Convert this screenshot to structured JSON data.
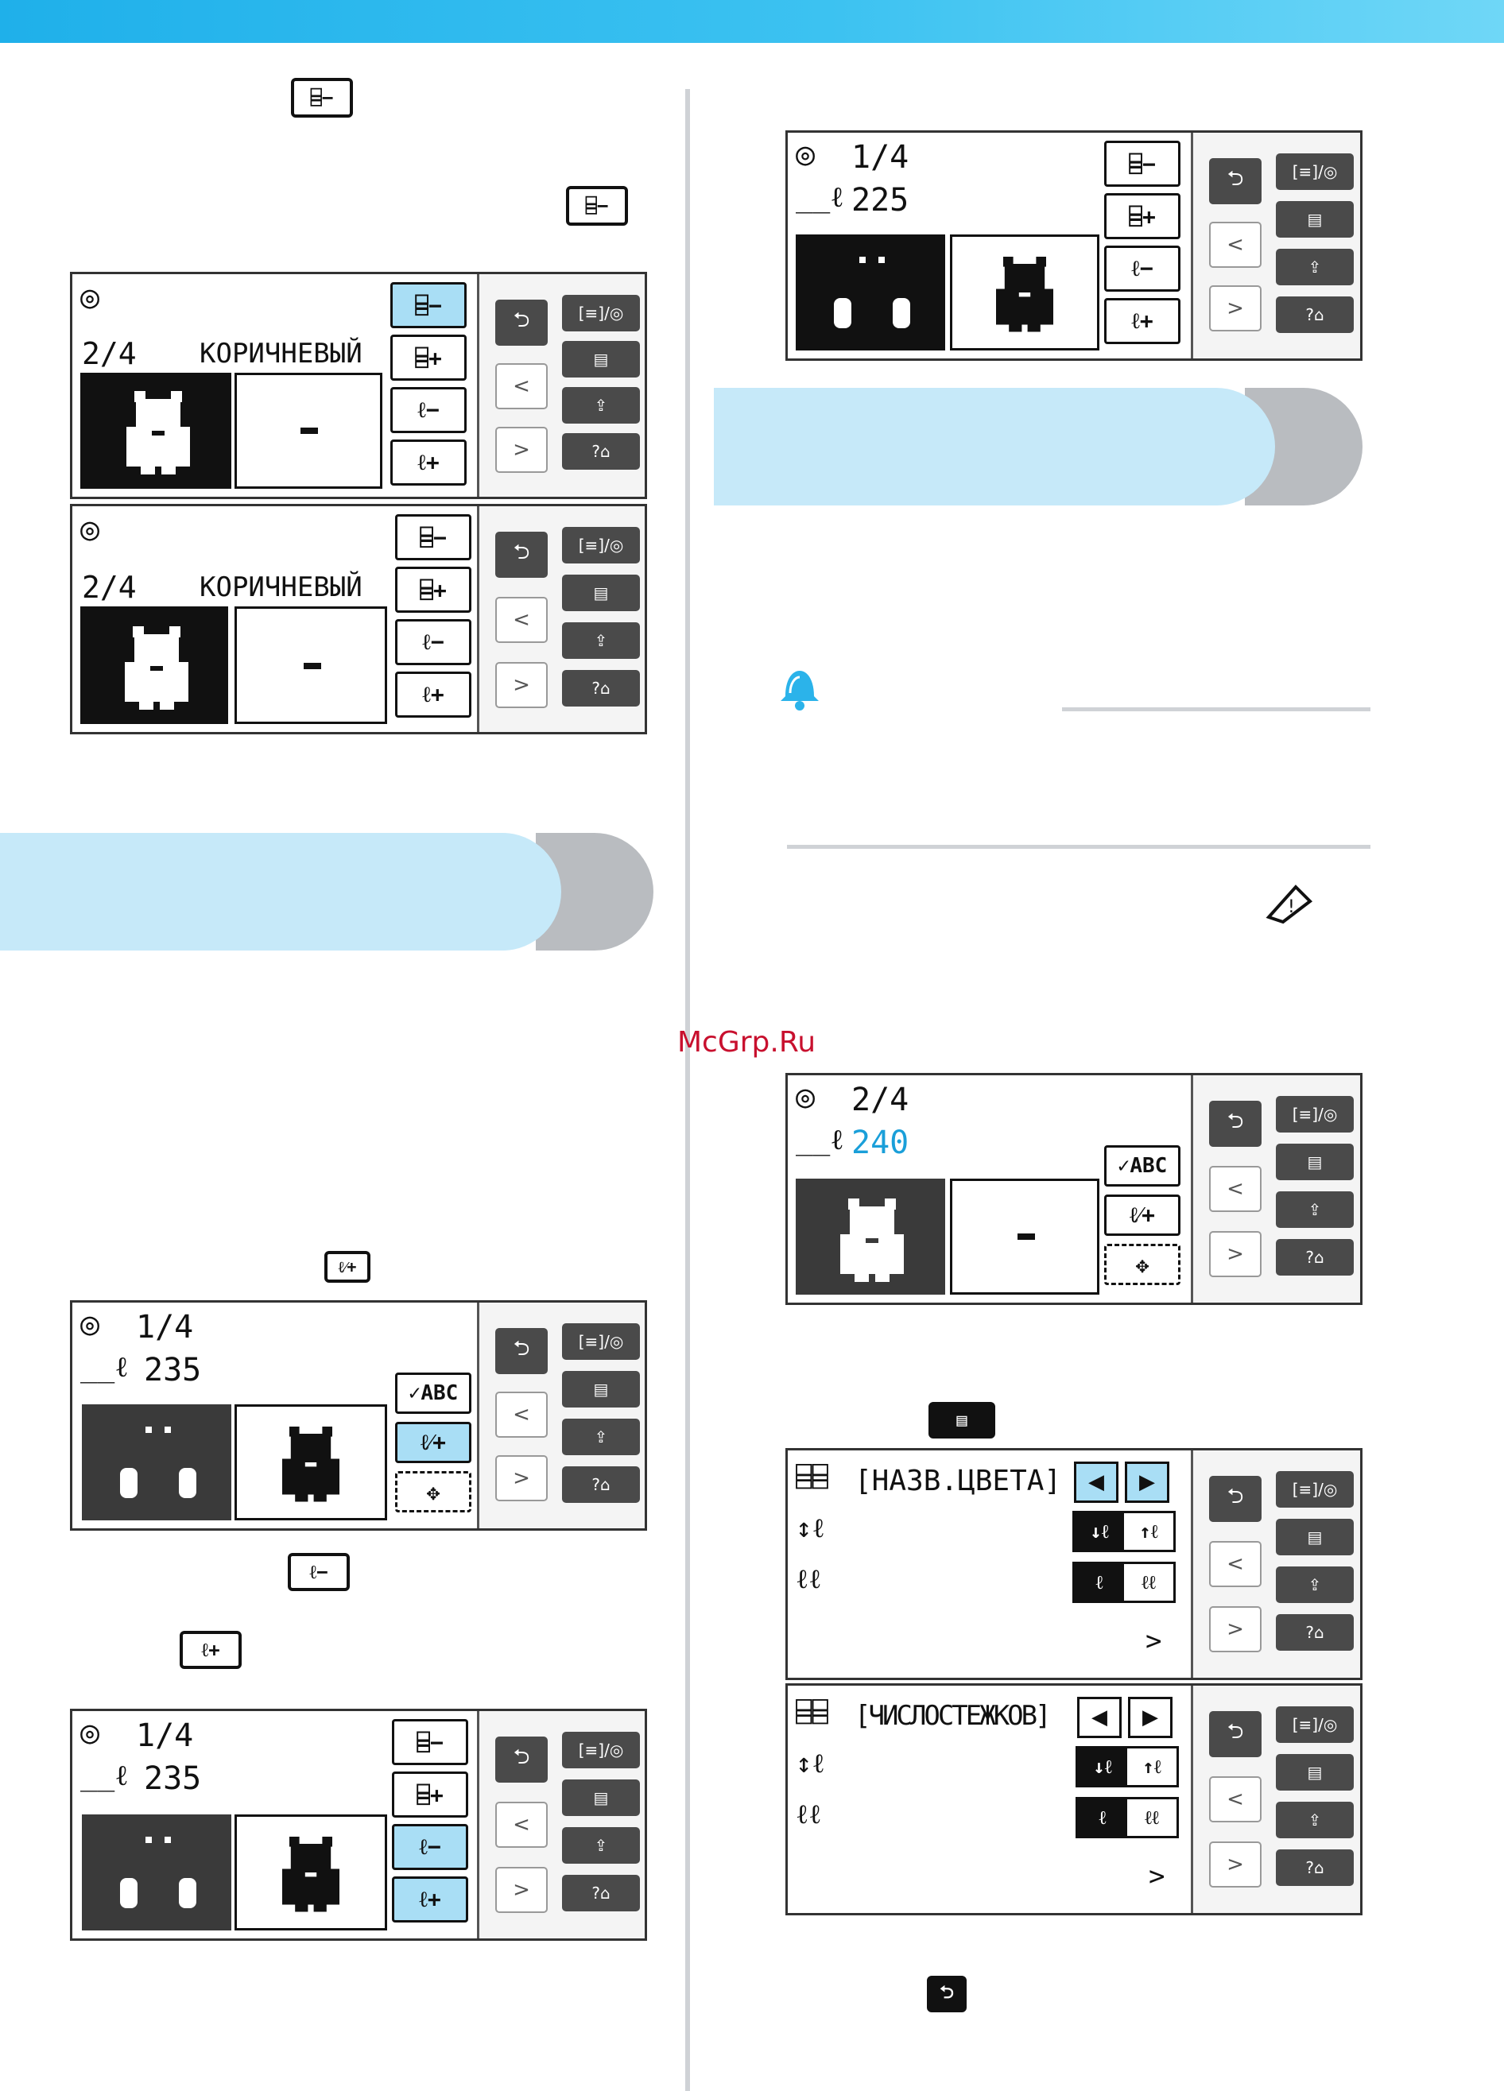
{
  "watermark": "McGrp.Ru",
  "common": {
    "back_label": "⮌",
    "prev_label": "<",
    "next_label": ">",
    "embroidery_label": "[≡]/◎",
    "list_label": "▤",
    "hoop_label": "⇪",
    "help_label": "?⌂"
  },
  "screens": {
    "s1": {
      "counter": "2/4",
      "color": "КОРИЧНЕВЫЙ"
    },
    "s2": {
      "counter": "2/4",
      "color": "КОРИЧНЕВЫЙ"
    },
    "s3": {
      "counter": "1/4",
      "stitches": "235",
      "abc": "✓ABC"
    },
    "s4": {
      "counter": "1/4",
      "stitches": "235"
    },
    "s5": {
      "counter": "1/4",
      "stitches": "225"
    },
    "s6": {
      "counter": "2/4",
      "stitches": "240",
      "abc": "✓ABC"
    },
    "s7": {
      "setting": "[НАЗВ.ЦВЕТА]",
      "next": ">"
    },
    "s8": {
      "setting": "[ЧИСЛОСТЕЖКОВ]",
      "next": ">"
    }
  },
  "icons": {
    "spool_minus": "⌸−",
    "spool_plus": "⌸+",
    "needle_minus": "ℓ−",
    "needle_plus": "ℓ+",
    "needle_slash": "ℓ⁄+",
    "move": "✥"
  }
}
